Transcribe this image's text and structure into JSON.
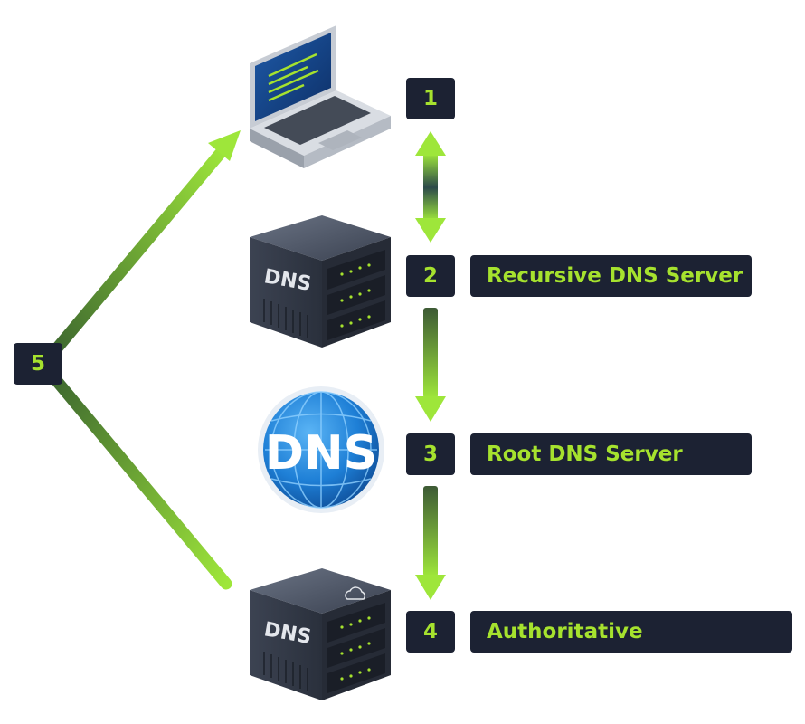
{
  "steps": [
    {
      "number": "1",
      "label": ""
    },
    {
      "number": "2",
      "label": "Recursive DNS Server"
    },
    {
      "number": "3",
      "label": "Root DNS Server"
    },
    {
      "number": "4",
      "label": "Authoritative"
    },
    {
      "number": "5",
      "label": ""
    }
  ],
  "icons": {
    "server_text": "DNS",
    "globe_text": "DNS"
  },
  "colors": {
    "accent": "#a6e22e",
    "badge_bg": "#1c2233",
    "globe_blue": "#1e7fd6"
  }
}
